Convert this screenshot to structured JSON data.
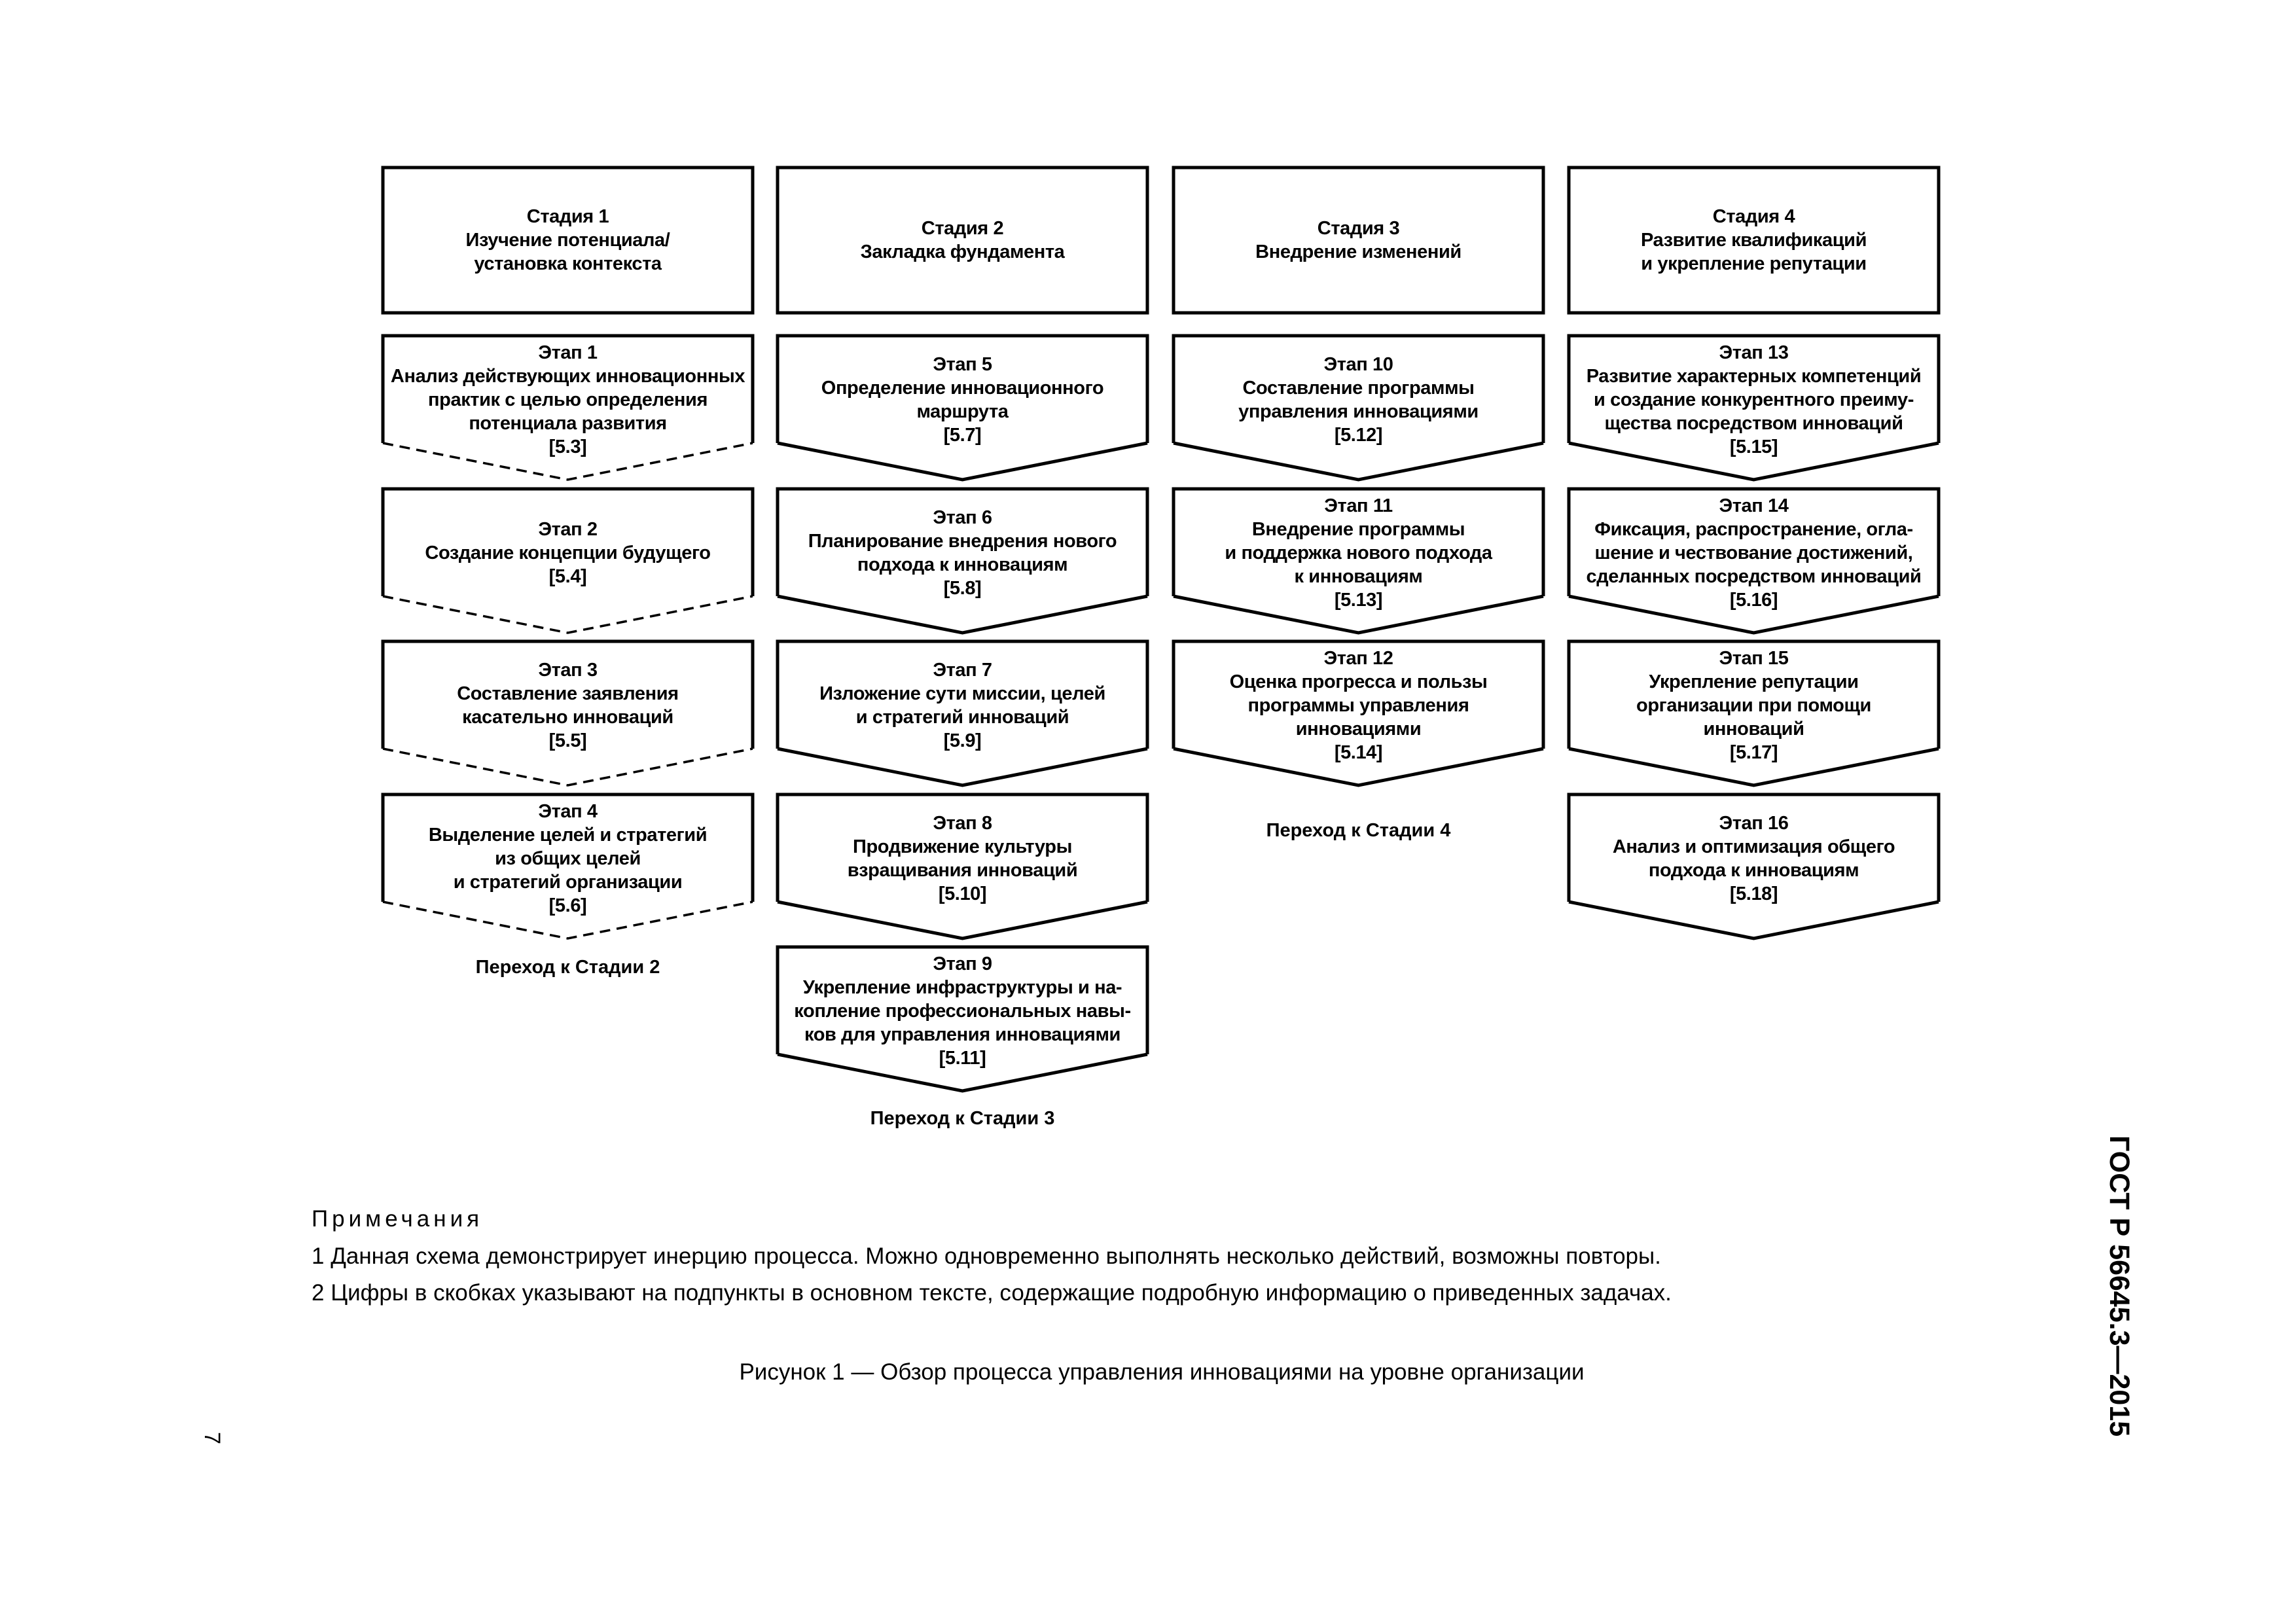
{
  "stages": [
    {
      "lines": [
        "Стадия 1",
        "Изучение потенциала/",
        "установка контекста"
      ],
      "steps": [
        {
          "lines": [
            "Этап 1",
            "Анализ действующих инновационных",
            "практик с целью определения",
            "потенциала развития",
            "[5.3]"
          ],
          "border": "dashed"
        },
        {
          "lines": [
            "Этап 2",
            "Создание концепции будущего",
            "[5.4]"
          ],
          "border": "dashed"
        },
        {
          "lines": [
            "Этап 3",
            "Составление заявления",
            "касательно инноваций",
            "[5.5]"
          ],
          "border": "dashed"
        },
        {
          "lines": [
            "Этап 4",
            "Выделение целей и стратегий",
            "из общих целей",
            "и стратегий организации",
            "[5.6]"
          ],
          "border": "dashed"
        }
      ],
      "transition": "Переход к Стадии 2"
    },
    {
      "lines": [
        "Стадия 2",
        "Закладка фундамента"
      ],
      "steps": [
        {
          "lines": [
            "Этап 5",
            "Определение инновационного",
            "маршрута",
            "[5.7]"
          ],
          "border": "solid"
        },
        {
          "lines": [
            "Этап 6",
            "Планирование внедрения нового",
            "подхода к инновациям",
            "[5.8]"
          ],
          "border": "solid"
        },
        {
          "lines": [
            "Этап 7",
            "Изложение сути миссии, целей",
            "и стратегий инноваций",
            "[5.9]"
          ],
          "border": "solid"
        },
        {
          "lines": [
            "Этап 8",
            "Продвижение культуры",
            "взращивания инноваций",
            "[5.10]"
          ],
          "border": "solid"
        },
        {
          "lines": [
            "Этап 9",
            "Укрепление инфраструктуры и на-",
            "копление профессиональных навы-",
            "ков для управления инновациями",
            "[5.11]"
          ],
          "border": "solid"
        }
      ],
      "transition": "Переход к Стадии 3"
    },
    {
      "lines": [
        "Стадия 3",
        "Внедрение изменений"
      ],
      "steps": [
        {
          "lines": [
            "Этап 10",
            "Составление программы",
            "управления инновациями",
            "[5.12]"
          ],
          "border": "solid"
        },
        {
          "lines": [
            "Этап 11",
            "Внедрение программы",
            "и поддержка нового подхода",
            "к инновациям",
            "[5.13]"
          ],
          "border": "solid"
        },
        {
          "lines": [
            "Этап 12",
            "Оценка прогресса и пользы",
            "программы управления",
            "инновациями",
            "[5.14]"
          ],
          "border": "solid"
        }
      ],
      "transition": "Переход к Стадии 4"
    },
    {
      "lines": [
        "Стадия 4",
        "Развитие квалификаций",
        "и укрепление репутации"
      ],
      "steps": [
        {
          "lines": [
            "Этап 13",
            "Развитие характерных компетенций",
            "и создание конкурентного преиму-",
            "щества посредством инноваций",
            "[5.15]"
          ],
          "border": "solid"
        },
        {
          "lines": [
            "Этап 14",
            "Фиксация, распространение, огла-",
            "шение и чествование достижений,",
            "сделанных посредством инноваций",
            "[5.16]"
          ],
          "border": "solid"
        },
        {
          "lines": [
            "Этап 15",
            "Укрепление репутации",
            "организации при помощи",
            "инноваций",
            "[5.17]"
          ],
          "border": "solid"
        },
        {
          "lines": [
            "Этап 16",
            "Анализ и оптимизация общего",
            "подхода к инновациям",
            "[5.18]"
          ],
          "border": "solid"
        }
      ],
      "transition": ""
    }
  ],
  "notes": {
    "title": "Примечания",
    "items": [
      "1 Данная схема демонстрирует инерцию процесса. Можно одновременно выполнять несколько действий, возможны повторы.",
      "2 Цифры в скобках указывают на подпункты в основном тексте, содержащие подробную информацию о приведенных задачах."
    ]
  },
  "caption": "Рисунок 1 — Обзор процесса управления инновациями на уровне организации",
  "document_code": "ГОСТ Р 56645.3—2015",
  "page_number": "7"
}
